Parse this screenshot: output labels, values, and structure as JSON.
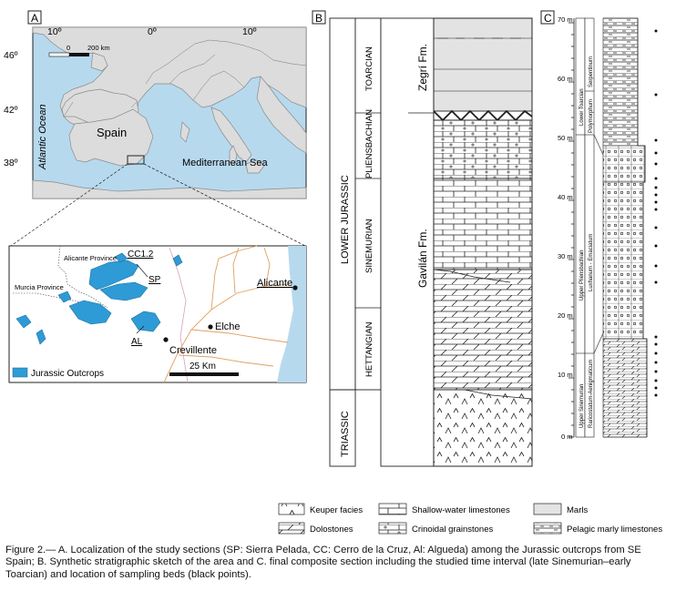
{
  "panel_a": {
    "label": "A",
    "lon_ticks": [
      "10º",
      "0º",
      "10º"
    ],
    "lat_ticks": [
      "46º",
      "42º",
      "38º"
    ],
    "scale": {
      "zero": "0",
      "dist": "200 km"
    },
    "ocean": "Atlantic Ocean",
    "country": "Spain",
    "sea": "Mediterranean Sea",
    "inset": {
      "alicante_province": "Alicante Province",
      "murcia_province": "Murcia Province",
      "site_cc": "CC1.2",
      "site_sp": "SP",
      "site_al": "AL",
      "alicante": "Alicante",
      "elche": "Elche",
      "crevillente": "Crevillente",
      "scale": "25 Km",
      "legend": "Jurassic Outcrops"
    },
    "colors": {
      "sea": "#b7d9ee",
      "land": "#dcdcdc",
      "outcrop": "#2e9bd6"
    }
  },
  "panel_b": {
    "label": "B",
    "system_lower": "LOWER JURASSIC",
    "system_triassic": "TRIASSIC",
    "stages": [
      "TOARCIAN",
      "PLIENSBACHIAN",
      "SINEMURIAN",
      "HETTANGIAN"
    ],
    "formations": [
      "Zegrí Fm.",
      "Gavilán Fm."
    ]
  },
  "panel_c": {
    "label": "C",
    "height_ticks": [
      "70 m",
      "60 m",
      "50 m",
      "40 m",
      "30 m",
      "20 m",
      "10 m",
      "0 m"
    ],
    "stages": [
      "Upper Sinemurian",
      "Upper Pliensbachian",
      "Lower Toarcian"
    ],
    "zones": [
      "Raricostatum-Aenigmaticum",
      "Luxhanum - Emaciatum",
      "Polymorphum",
      "Serpentinum"
    ]
  },
  "legend": {
    "keuper": "Keuper facies",
    "shallow": "Shallow-water limestones",
    "marls": "Marls",
    "dolostones": "Dolostones",
    "crinoidal": "Crinoidal grainstones",
    "pelagic": "Pelagic marly limestones"
  },
  "caption": "Figure 2.— A. Localization of the study sections (SP: Sierra Pelada, CC: Cerro de la Cruz, Al: Algueda) among the Jurassic outcrops from SE Spain; B. Synthetic stratigraphic sketch of the area and C. final composite section including the studied time interval (late Sinemurian–early Toarcian) and location of sampling beds (black points)."
}
